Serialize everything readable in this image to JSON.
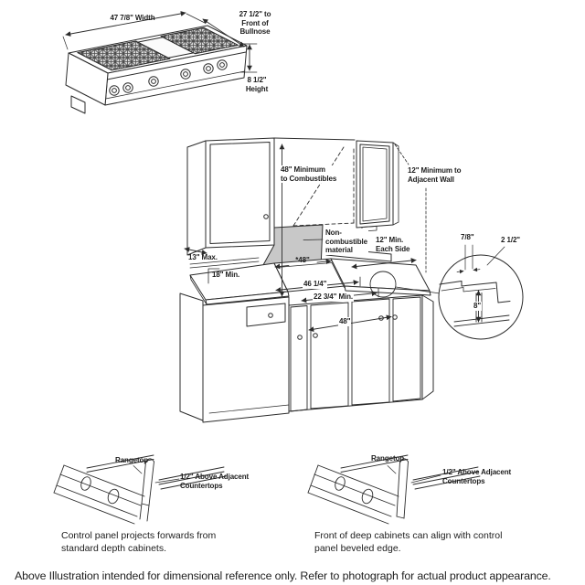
{
  "product_view": {
    "width": "47 7/8\" Width",
    "depth_to_bullnose": "27 1/2\" to\nFront of\nBullnose",
    "height": "8 1/2\"\nHeight"
  },
  "installation_diagram": {
    "min_to_combustibles": "48\" Minimum\nto Combustibles",
    "min_to_adjacent_wall": "12\" Minimum to\nAdjacent Wall",
    "noncombustible_material": "Non-\ncombustible\nmaterial",
    "min_each_side": "12\" Min.\nEach Side",
    "wall_cabinet_depth_max": "13\" Max.",
    "countertop_depth_min": "18\" Min.",
    "cutout_width": "*48\"",
    "cutout_width_alt": "46 1/4\"",
    "cutout_depth_min": "22 3/4\" Min.",
    "cabinet_opening_width": "48\"",
    "edge_detail": {
      "notch_depth": "7/8\"",
      "notch_width": "2 1/2\"",
      "apron_height": "8\""
    }
  },
  "detail_left": {
    "rangetop_label": "Rangetop",
    "above_countertop": "1/2\" Above Adjacent\nCountertops",
    "caption": "Control panel projects forwards from\nstandard depth cabinets."
  },
  "detail_right": {
    "rangetop_label": "Rangetop",
    "above_countertop": "1/2\" Above Adjacent\nCountertops",
    "caption": "Front of deep cabinets can align with control\npanel beveled edge."
  },
  "footer": {
    "note": "Above Illustration intended for dimensional reference only. Refer to photograph for actual product appearance."
  },
  "colors": {
    "line": "#2b2b2b",
    "shade_gray": "#c8c8c8",
    "background": "#ffffff"
  }
}
